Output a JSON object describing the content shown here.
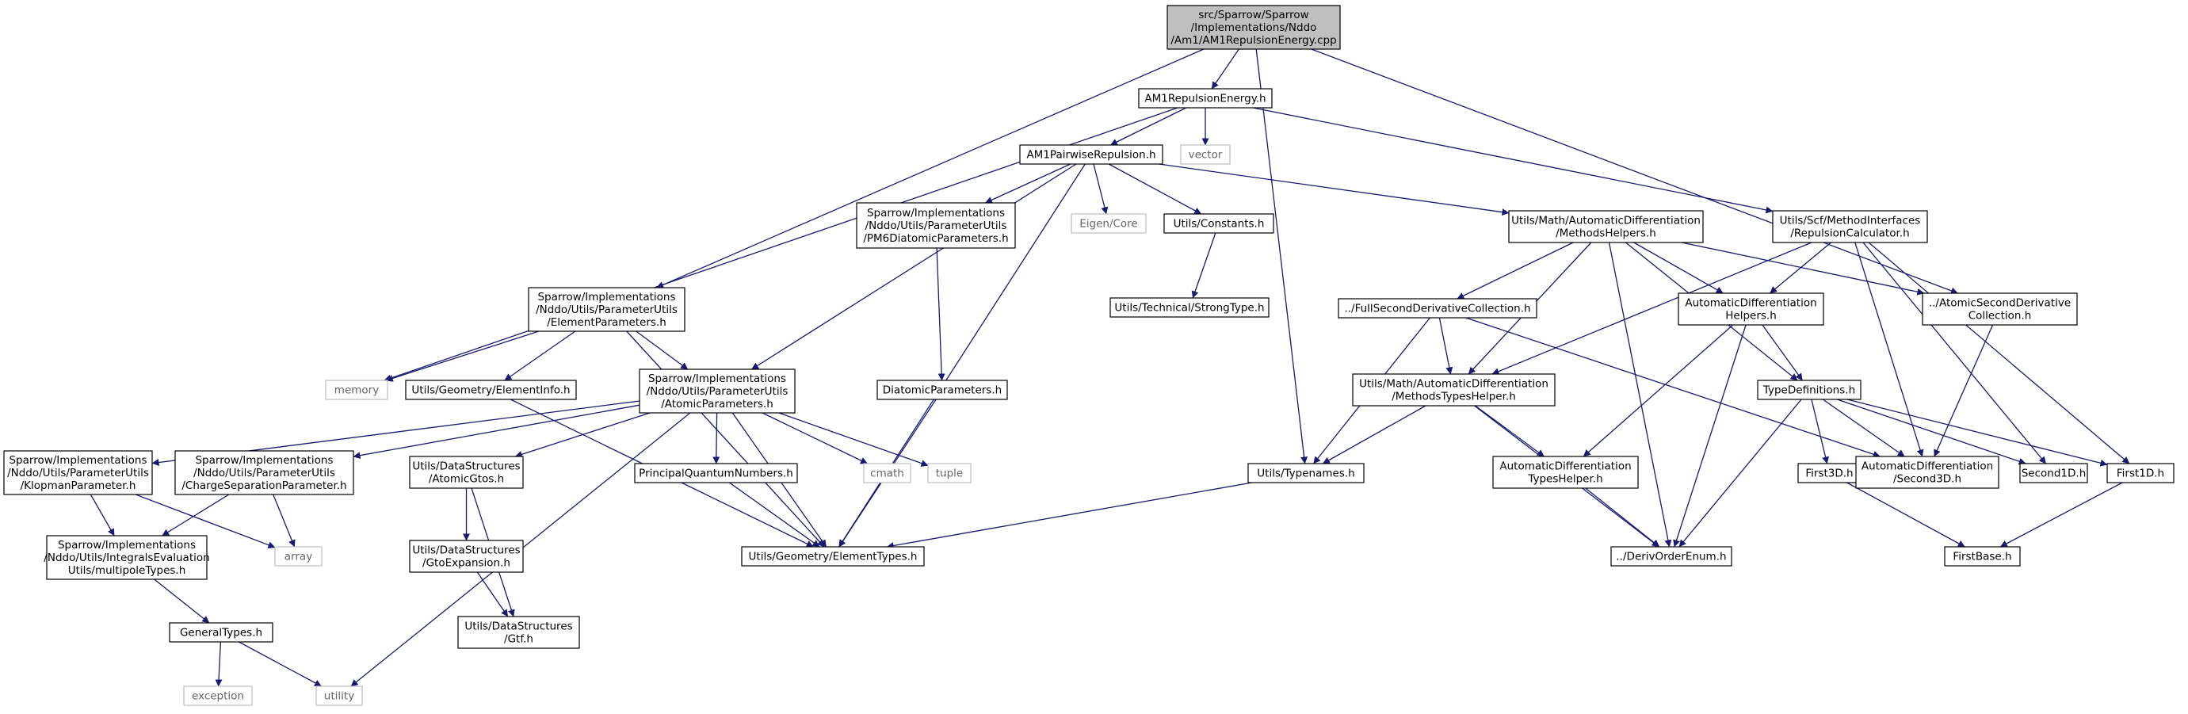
{
  "colors": {
    "edge": "#191970",
    "node_border": "#000000",
    "external_border": "#bfbfbf",
    "root_fill": "#bfbfbf",
    "node_fill": "#ffffff"
  },
  "nodes": [
    {
      "id": "root",
      "lines": [
        "src/Sparrow/Sparrow",
        "/Implementations/Nddo",
        "/Am1/AM1RepulsionEnergy.cpp"
      ],
      "kind": "root"
    },
    {
      "id": "am1re",
      "lines": [
        "AM1RepulsionEnergy.h"
      ],
      "kind": "file"
    },
    {
      "id": "vector",
      "lines": [
        "vector"
      ],
      "kind": "external"
    },
    {
      "id": "am1pr",
      "lines": [
        "AM1PairwiseRepulsion.h"
      ],
      "kind": "file"
    },
    {
      "id": "pm6",
      "lines": [
        "Sparrow/Implementations",
        "/Nddo/Utils/ParameterUtils",
        "/PM6DiatomicParameters.h"
      ],
      "kind": "file"
    },
    {
      "id": "eigen",
      "lines": [
        "Eigen/Core"
      ],
      "kind": "external"
    },
    {
      "id": "constants",
      "lines": [
        "Utils/Constants.h"
      ],
      "kind": "file"
    },
    {
      "id": "strongtype",
      "lines": [
        "Utils/Technical/StrongType.h"
      ],
      "kind": "file"
    },
    {
      "id": "methodshelpers",
      "lines": [
        "Utils/Math/AutomaticDifferentiation",
        "/MethodsHelpers.h"
      ],
      "kind": "file"
    },
    {
      "id": "repcalc",
      "lines": [
        "Utils/Scf/MethodInterfaces",
        "/RepulsionCalculator.h"
      ],
      "kind": "file"
    },
    {
      "id": "elemparams",
      "lines": [
        "Sparrow/Implementations",
        "/Nddo/Utils/ParameterUtils",
        "/ElementParameters.h"
      ],
      "kind": "file"
    },
    {
      "id": "memory",
      "lines": [
        "memory"
      ],
      "kind": "external"
    },
    {
      "id": "fullsecond",
      "lines": [
        "../FullSecondDerivativeCollection.h"
      ],
      "kind": "file"
    },
    {
      "id": "adhelpers",
      "lines": [
        "AutomaticDifferentiation",
        "Helpers.h"
      ],
      "kind": "file"
    },
    {
      "id": "atomicsecond",
      "lines": [
        "../AtomicSecondDerivative",
        "Collection.h"
      ],
      "kind": "file"
    },
    {
      "id": "elementinfo",
      "lines": [
        "Utils/Geometry/ElementInfo.h"
      ],
      "kind": "file"
    },
    {
      "id": "atomicparams",
      "lines": [
        "Sparrow/Implementations",
        "/Nddo/Utils/ParameterUtils",
        "/AtomicParameters.h"
      ],
      "kind": "file"
    },
    {
      "id": "diatomic",
      "lines": [
        "DiatomicParameters.h"
      ],
      "kind": "file"
    },
    {
      "id": "methodstypeshelper",
      "lines": [
        "Utils/Math/AutomaticDifferentiation",
        "/MethodsTypesHelper.h"
      ],
      "kind": "file"
    },
    {
      "id": "typedefs",
      "lines": [
        "TypeDefinitions.h"
      ],
      "kind": "file"
    },
    {
      "id": "klopman",
      "lines": [
        "Sparrow/Implementations",
        "/Nddo/Utils/ParameterUtils",
        "/KlopmanParameter.h"
      ],
      "kind": "file"
    },
    {
      "id": "chargesep",
      "lines": [
        "Sparrow/Implementations",
        "/Nddo/Utils/ParameterUtils",
        "/ChargeSeparationParameter.h"
      ],
      "kind": "file"
    },
    {
      "id": "atomicgtos",
      "lines": [
        "Utils/DataStructures",
        "/AtomicGtos.h"
      ],
      "kind": "file"
    },
    {
      "id": "pqn",
      "lines": [
        "PrincipalQuantumNumbers.h"
      ],
      "kind": "file"
    },
    {
      "id": "cmath",
      "lines": [
        "cmath"
      ],
      "kind": "external"
    },
    {
      "id": "tuple",
      "lines": [
        "tuple"
      ],
      "kind": "external"
    },
    {
      "id": "typenames",
      "lines": [
        "Utils/Typenames.h"
      ],
      "kind": "file"
    },
    {
      "id": "adtypeshelper",
      "lines": [
        "AutomaticDifferentiation",
        "TypesHelper.h"
      ],
      "kind": "file"
    },
    {
      "id": "first3d",
      "lines": [
        "First3D.h"
      ],
      "kind": "file"
    },
    {
      "id": "second3d",
      "lines": [
        "AutomaticDifferentiation",
        "/Second3D.h"
      ],
      "kind": "file"
    },
    {
      "id": "second1d",
      "lines": [
        "Second1D.h"
      ],
      "kind": "file"
    },
    {
      "id": "first1d",
      "lines": [
        "First1D.h"
      ],
      "kind": "file"
    },
    {
      "id": "array",
      "lines": [
        "array"
      ],
      "kind": "external"
    },
    {
      "id": "multipole",
      "lines": [
        "Sparrow/Implementations",
        "/Nddo/Utils/IntegralsEvaluation",
        "Utils/multipoleTypes.h"
      ],
      "kind": "file"
    },
    {
      "id": "gtoexp",
      "lines": [
        "Utils/DataStructures",
        "/GtoExpansion.h"
      ],
      "kind": "file"
    },
    {
      "id": "elementtypes",
      "lines": [
        "Utils/Geometry/ElementTypes.h"
      ],
      "kind": "file"
    },
    {
      "id": "derivorder",
      "lines": [
        "../DerivOrderEnum.h"
      ],
      "kind": "file"
    },
    {
      "id": "firstbase",
      "lines": [
        "FirstBase.h"
      ],
      "kind": "file"
    },
    {
      "id": "generaltypes",
      "lines": [
        "GeneralTypes.h"
      ],
      "kind": "file"
    },
    {
      "id": "gtf",
      "lines": [
        "Utils/DataStructures",
        "/Gtf.h"
      ],
      "kind": "file"
    },
    {
      "id": "exception",
      "lines": [
        "exception"
      ],
      "kind": "external"
    },
    {
      "id": "utility",
      "lines": [
        "utility"
      ],
      "kind": "external"
    }
  ],
  "edges": [
    [
      "root",
      "am1re"
    ],
    [
      "root",
      "elemparams"
    ],
    [
      "root",
      "typenames"
    ],
    [
      "root",
      "atomicsecond"
    ],
    [
      "am1re",
      "vector"
    ],
    [
      "am1re",
      "am1pr"
    ],
    [
      "am1re",
      "repcalc"
    ],
    [
      "am1re",
      "memory"
    ],
    [
      "am1pr",
      "pm6"
    ],
    [
      "am1pr",
      "eigen"
    ],
    [
      "am1pr",
      "constants"
    ],
    [
      "am1pr",
      "methodshelpers"
    ],
    [
      "am1pr",
      "atomicparams"
    ],
    [
      "am1pr",
      "elementtypes"
    ],
    [
      "constants",
      "strongtype"
    ],
    [
      "pm6",
      "diatomic"
    ],
    [
      "methodshelpers",
      "fullsecond"
    ],
    [
      "methodshelpers",
      "adhelpers"
    ],
    [
      "methodshelpers",
      "atomicsecond"
    ],
    [
      "methodshelpers",
      "methodstypeshelper"
    ],
    [
      "methodshelpers",
      "typedefs"
    ],
    [
      "methodshelpers",
      "derivorder"
    ],
    [
      "repcalc",
      "adhelpers"
    ],
    [
      "repcalc",
      "methodstypeshelper"
    ],
    [
      "repcalc",
      "second3d"
    ],
    [
      "repcalc",
      "second1d"
    ],
    [
      "repcalc",
      "first1d"
    ],
    [
      "elemparams",
      "memory"
    ],
    [
      "elemparams",
      "elementinfo"
    ],
    [
      "elemparams",
      "atomicparams"
    ],
    [
      "elemparams",
      "elementtypes"
    ],
    [
      "fullsecond",
      "methodstypeshelper"
    ],
    [
      "fullsecond",
      "typenames"
    ],
    [
      "fullsecond",
      "second3d"
    ],
    [
      "adhelpers",
      "typedefs"
    ],
    [
      "adhelpers",
      "adtypeshelper"
    ],
    [
      "adhelpers",
      "derivorder"
    ],
    [
      "atomicsecond",
      "second3d"
    ],
    [
      "elementinfo",
      "elementtypes"
    ],
    [
      "atomicparams",
      "klopman"
    ],
    [
      "atomicparams",
      "chargesep"
    ],
    [
      "atomicparams",
      "atomicgtos"
    ],
    [
      "atomicparams",
      "pqn"
    ],
    [
      "atomicparams",
      "cmath"
    ],
    [
      "atomicparams",
      "tuple"
    ],
    [
      "atomicparams",
      "elementtypes"
    ],
    [
      "atomicparams",
      "utility"
    ],
    [
      "diatomic",
      "elementtypes"
    ],
    [
      "methodstypeshelper",
      "typenames"
    ],
    [
      "methodstypeshelper",
      "adtypeshelper"
    ],
    [
      "methodstypeshelper",
      "derivorder"
    ],
    [
      "typedefs",
      "first3d"
    ],
    [
      "typedefs",
      "second3d"
    ],
    [
      "typedefs",
      "second1d"
    ],
    [
      "typedefs",
      "first1d"
    ],
    [
      "typedefs",
      "derivorder"
    ],
    [
      "klopman",
      "multipole"
    ],
    [
      "klopman",
      "array"
    ],
    [
      "chargesep",
      "multipole"
    ],
    [
      "chargesep",
      "array"
    ],
    [
      "atomicgtos",
      "gtoexp"
    ],
    [
      "atomicgtos",
      "gtf"
    ],
    [
      "pqn",
      "elementtypes"
    ],
    [
      "typenames",
      "elementtypes"
    ],
    [
      "adtypeshelper",
      "derivorder"
    ],
    [
      "first3d",
      "firstbase"
    ],
    [
      "first1d",
      "firstbase"
    ],
    [
      "multipole",
      "generaltypes"
    ],
    [
      "gtoexp",
      "gtf"
    ],
    [
      "generaltypes",
      "exception"
    ],
    [
      "generaltypes",
      "utility"
    ]
  ]
}
